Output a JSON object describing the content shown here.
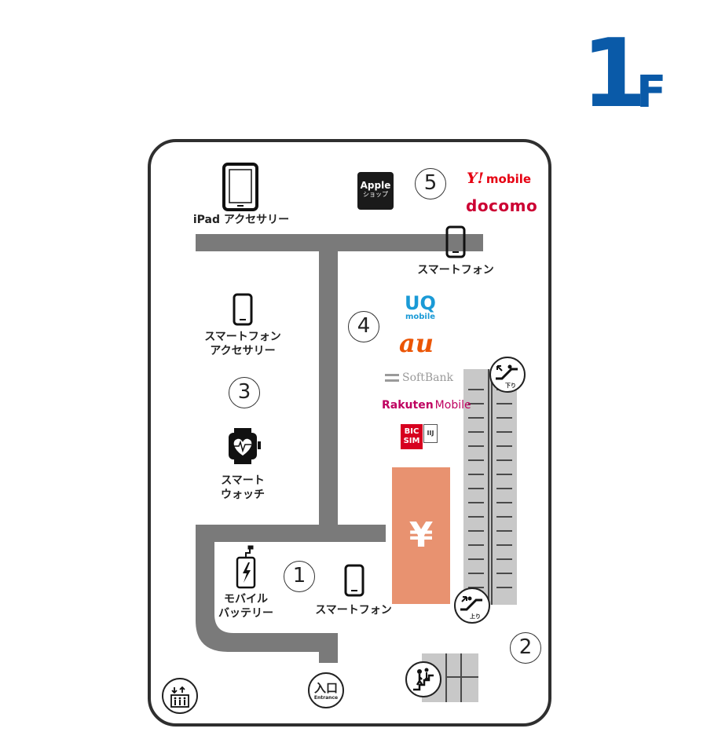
{
  "floor": {
    "number": "1",
    "suffix": "F"
  },
  "zones": [
    {
      "id": "1",
      "label": "1"
    },
    {
      "id": "2",
      "label": "2"
    },
    {
      "id": "3",
      "label": "3"
    },
    {
      "id": "4",
      "label": "4"
    },
    {
      "id": "5",
      "label": "5"
    }
  ],
  "areas": {
    "ipad_accessory": "iPad アクセサリー",
    "smartphone_top": "スマートフォン",
    "smartphone_accessory": "スマートフォン\nアクセサリー",
    "smartwatch": "スマート\nウォッチ",
    "mobile_battery": "モバイル\nバッテリー",
    "smartphone_bottom": "スマートフォン"
  },
  "apple_shop": {
    "line1": "Apple",
    "line2": "ショップ"
  },
  "brands": {
    "ymobile": {
      "mark": "Y!",
      "text": "mobile",
      "color": "#e60012"
    },
    "docomo": {
      "text": "docomo",
      "color": "#cc0033"
    },
    "uq": {
      "mark": "UQ",
      "text": "mobile",
      "color": "#1a9ad6"
    },
    "au": {
      "text": "au",
      "color": "#eb5505"
    },
    "softbank": {
      "text": "SoftBank",
      "color": "#9a9a9a"
    },
    "rakuten": {
      "text": "Rakuten",
      "suffix": "Mobile",
      "color": "#bf0060"
    },
    "bicsim": {
      "line1": "BIC",
      "line2": "SIM",
      "tag": "IIJ",
      "color": "#d7001f"
    }
  },
  "cashier": {
    "symbol": "¥",
    "color": "#e89270"
  },
  "escalator_down_label": "下り",
  "escalator_up_label": "上り",
  "entrance": {
    "label": "入口",
    "sub": "Entrance"
  },
  "colors": {
    "aisle": "#7a7a7a",
    "escalator": "#c8c8c8",
    "floor_label": "#0a5aa8"
  }
}
